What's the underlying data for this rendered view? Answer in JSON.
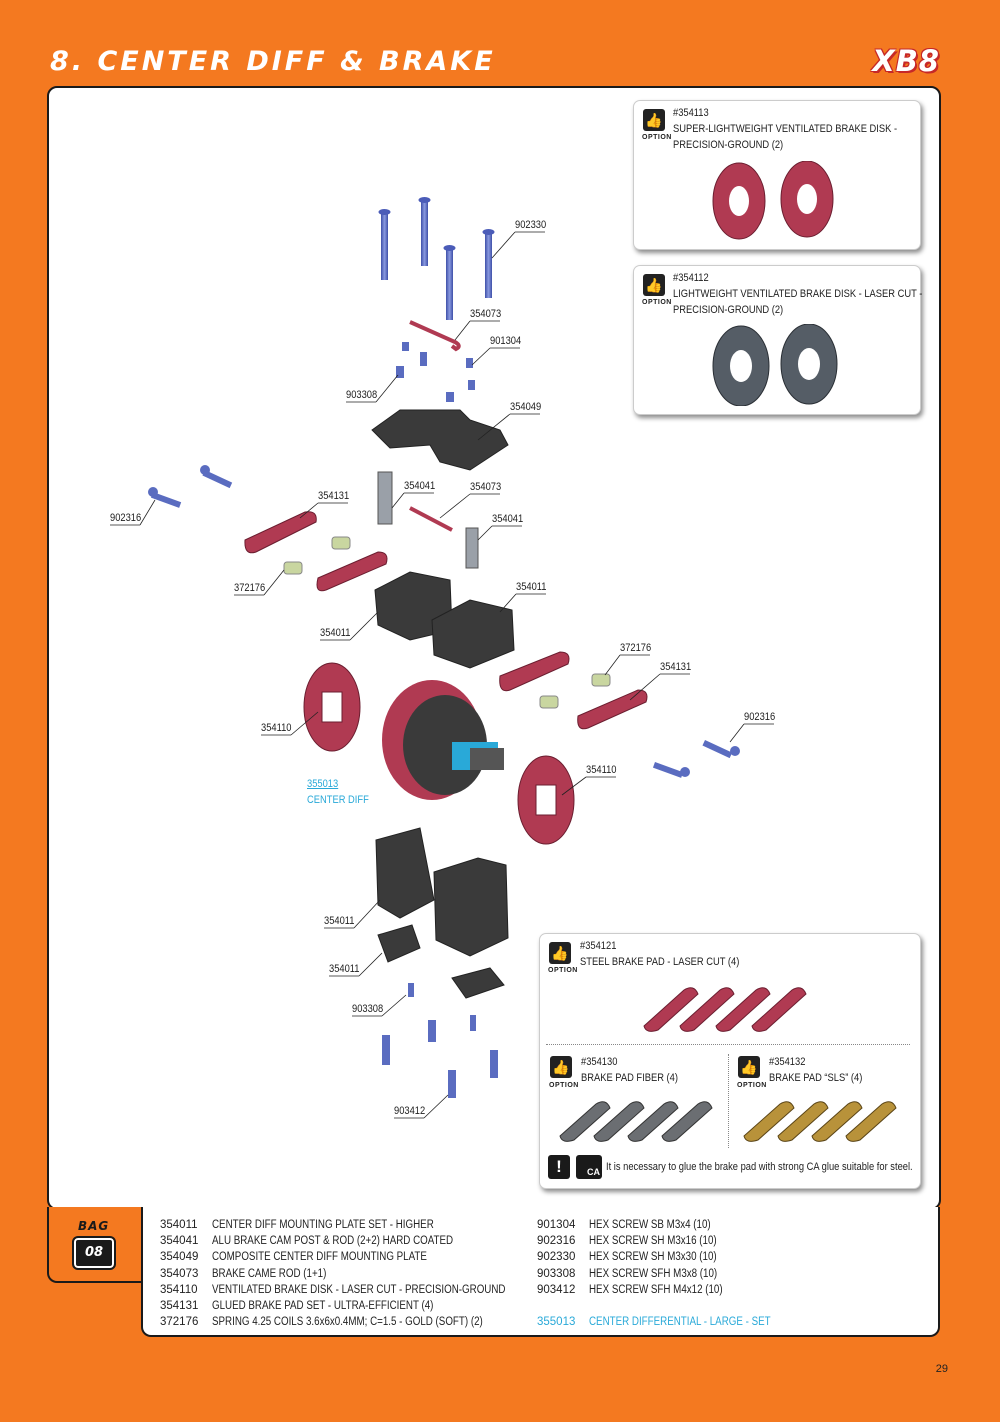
{
  "header": {
    "title": "8. CENTER DIFF & BRAKE",
    "logo": "XB8"
  },
  "callouts": [
    {
      "text": "902330"
    },
    {
      "text": "354073"
    },
    {
      "text": "901304"
    },
    {
      "text": "903308"
    },
    {
      "text": "354049"
    },
    {
      "text": "902316"
    },
    {
      "text": "354131"
    },
    {
      "text": "354041"
    },
    {
      "text": "354073"
    },
    {
      "text": "354041"
    },
    {
      "text": "372176"
    },
    {
      "text": "354011"
    },
    {
      "text": "354011"
    },
    {
      "text": "372176"
    },
    {
      "text": "354131"
    },
    {
      "text": "902316"
    },
    {
      "text": "354110"
    },
    {
      "text": "355013"
    },
    {
      "text": "CENTER DIFF"
    },
    {
      "text": "354110"
    },
    {
      "text": "354011"
    },
    {
      "text": "354011"
    },
    {
      "text": "903308"
    },
    {
      "text": "903412"
    }
  ],
  "options": {
    "word": "OPTION",
    "disk_super": {
      "code": "#354113",
      "line1": "SUPER-LIGHTWEIGHT VENTILATED BRAKE DISK -",
      "line2": "PRECISION-GROUND (2)"
    },
    "disk_light": {
      "code": "#354112",
      "line1": "LIGHTWEIGHT VENTILATED BRAKE DISK - LASER CUT -",
      "line2": "PRECISION-GROUND (2)"
    },
    "pad_steel": {
      "code": "#354121",
      "line1": "STEEL BRAKE PAD - LASER CUT (4)"
    },
    "pad_fiber": {
      "code": "#354130",
      "line1": "BRAKE PAD FIBER (4)"
    },
    "pad_sls": {
      "code": "#354132",
      "line1": "BRAKE PAD “SLS” (4)"
    },
    "ca_note": "It is necessary to glue the brake pad with strong CA glue suitable for steel.",
    "ca_label": "CA",
    "warn_label": "!"
  },
  "bag": {
    "word": "BAG",
    "number": "08"
  },
  "parts_left": [
    {
      "num": "354011",
      "desc": "CENTER DIFF MOUNTING PLATE SET - HIGHER"
    },
    {
      "num": "354041",
      "desc": "ALU BRAKE CAM POST & ROD (2+2) HARD COATED"
    },
    {
      "num": "354049",
      "desc": "COMPOSITE CENTER DIFF MOUNTING PLATE"
    },
    {
      "num": "354073",
      "desc": "BRAKE CAME ROD (1+1)"
    },
    {
      "num": "354110",
      "desc": "VENTILATED BRAKE DISK - LASER CUT - PRECISION-GROUND"
    },
    {
      "num": "354131",
      "desc": "GLUED BRAKE PAD SET - ULTRA-EFFICIENT (4)"
    },
    {
      "num": "372176",
      "desc": "SPRING 4.25 COILS 3.6x6x0.4MM; C=1.5 - GOLD (SOFT) (2)"
    }
  ],
  "parts_right": [
    {
      "num": "901304",
      "desc": "HEX SCREW  SB M3x4  (10)"
    },
    {
      "num": "902316",
      "desc": "HEX SCREW  SH M3x16  (10)"
    },
    {
      "num": "902330",
      "desc": "HEX SCREW  SH M3x30  (10)"
    },
    {
      "num": "903308",
      "desc": "HEX SCREW  SFH M3x8  (10)"
    },
    {
      "num": "903412",
      "desc": "HEX SCREW  SFH M4x12  (10)"
    }
  ],
  "parts_set": {
    "num": "355013",
    "desc": "CENTER DIFFERENTIAL - LARGE - SET"
  },
  "page_number": "29",
  "colors": {
    "accent_orange": "#f47920",
    "cyan": "#29a9d8",
    "part_gray": "#3a3a3a",
    "part_red": "#b03a52",
    "screw_blue": "#5a6cc0",
    "pad_gold": "#b8923a"
  }
}
